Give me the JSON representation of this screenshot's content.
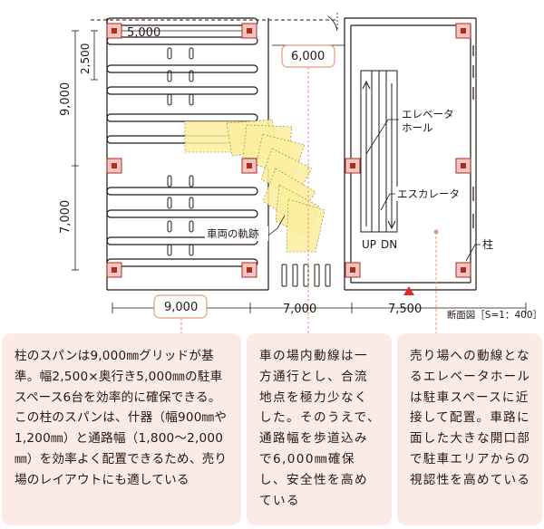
{
  "dimensions": {
    "top_span": "5,000",
    "row_depth": "2,500",
    "span_9000_vertical": "9,000",
    "span_7000_vertical": "7,000",
    "aisle_width": "6,000",
    "bottom_span_1": "9,000",
    "bottom_span_2": "7,000",
    "bottom_span_3": "7,500"
  },
  "labels": {
    "elevator_hall": "エレベータ\nホール",
    "escalator": "エスカレータ",
    "up": "UP",
    "dn": "DN",
    "column": "柱",
    "vehicle_path": "車両の軌跡"
  },
  "caption": "断面図［S=1：400］",
  "callouts": [
    "柱のスパンは9,000㎜グリッドが基準。幅2,500×奥行き5,000㎜の駐車スペース6台を効率的に確保できる。この柱のスパンは、什器（幅900㎜や1,200㎜）と通路幅（1,800～2,000㎜）を効率よく配置できるため、売り場のレイアウトにも適している",
    "車の場内動線は一方通行とし、合流地点を極力少なくした。そのうえで、通路幅を歩道込みで6,000㎜確保し、安全性を高めている",
    "売り場への動線となるエレベータホールは駐車スペースに近接して配置。車路に面した大きな開口部で駐車エリアからの視認性を高めている"
  ],
  "colors": {
    "line": "#231815",
    "column_fill": "#f2c6c0",
    "column_stroke": "#b02a20",
    "accent_red": "#e0242a",
    "callout_bg": "#fbeae6",
    "leader_orange": "#e79a7a",
    "path_yellow": "#fbef9e"
  }
}
